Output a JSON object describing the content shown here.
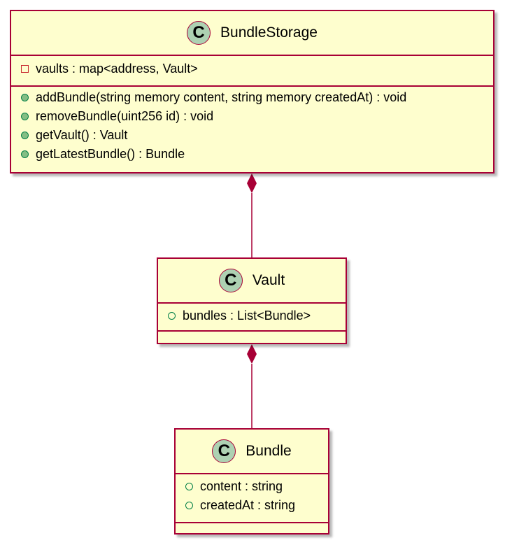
{
  "classes": {
    "bundle_storage": {
      "stereotype_glyph": "C",
      "name": "BundleStorage",
      "fields": [
        {
          "text": "vaults : map<address, Vault>",
          "visibility": "private"
        }
      ],
      "methods": [
        {
          "text": "addBundle(string memory content, string memory createdAt) : void",
          "visibility": "public"
        },
        {
          "text": "removeBundle(uint256 id) : void",
          "visibility": "public"
        },
        {
          "text": "getVault() : Vault",
          "visibility": "public"
        },
        {
          "text": "getLatestBundle() : Bundle",
          "visibility": "public"
        }
      ]
    },
    "vault": {
      "stereotype_glyph": "C",
      "name": "Vault",
      "fields": [
        {
          "text": "bundles : List<Bundle>",
          "visibility": "public"
        }
      ],
      "methods": []
    },
    "bundle": {
      "stereotype_glyph": "C",
      "name": "Bundle",
      "fields": [
        {
          "text": "content : string",
          "visibility": "public"
        },
        {
          "text": "createdAt : string",
          "visibility": "public"
        }
      ],
      "methods": []
    }
  },
  "relations": [
    {
      "from": "BundleStorage",
      "to": "Vault",
      "type": "composition"
    },
    {
      "from": "Vault",
      "to": "Bundle",
      "type": "composition"
    }
  ],
  "colors": {
    "border": "#a80036",
    "fill": "#fefece",
    "class_circle": "#add1b2",
    "public_marker": "#038048",
    "public_method_fill": "#84be84",
    "private_marker": "#c82930"
  }
}
